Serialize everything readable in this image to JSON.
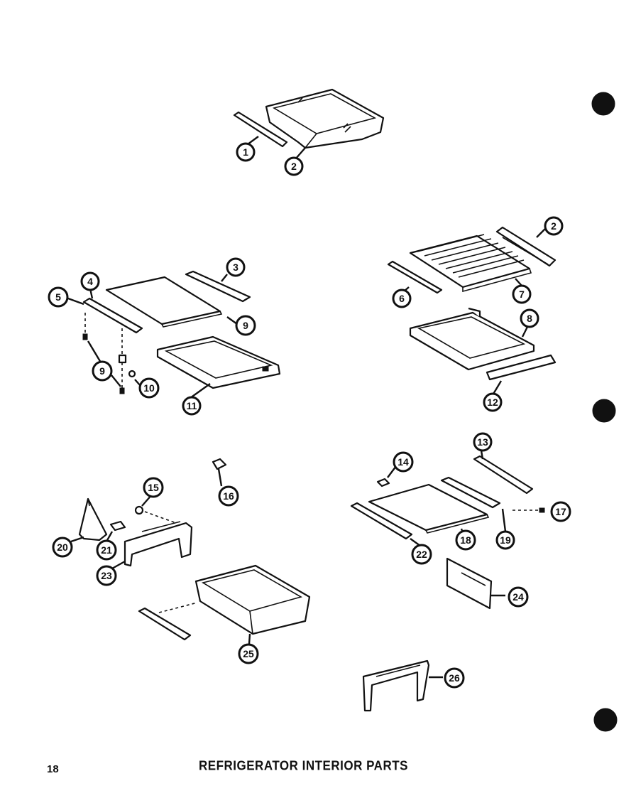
{
  "page": {
    "number": "18",
    "title": "REFRIGERATOR INTERIOR PARTS"
  },
  "callouts": [
    "1",
    "2",
    "2",
    "3",
    "4",
    "5",
    "6",
    "7",
    "8",
    "9",
    "9",
    "10",
    "11",
    "12",
    "13",
    "14",
    "15",
    "16",
    "17",
    "18",
    "19",
    "20",
    "21",
    "22",
    "23",
    "24",
    "25",
    "26"
  ],
  "colors": {
    "ink": "#111111",
    "paper": "#ffffff"
  }
}
